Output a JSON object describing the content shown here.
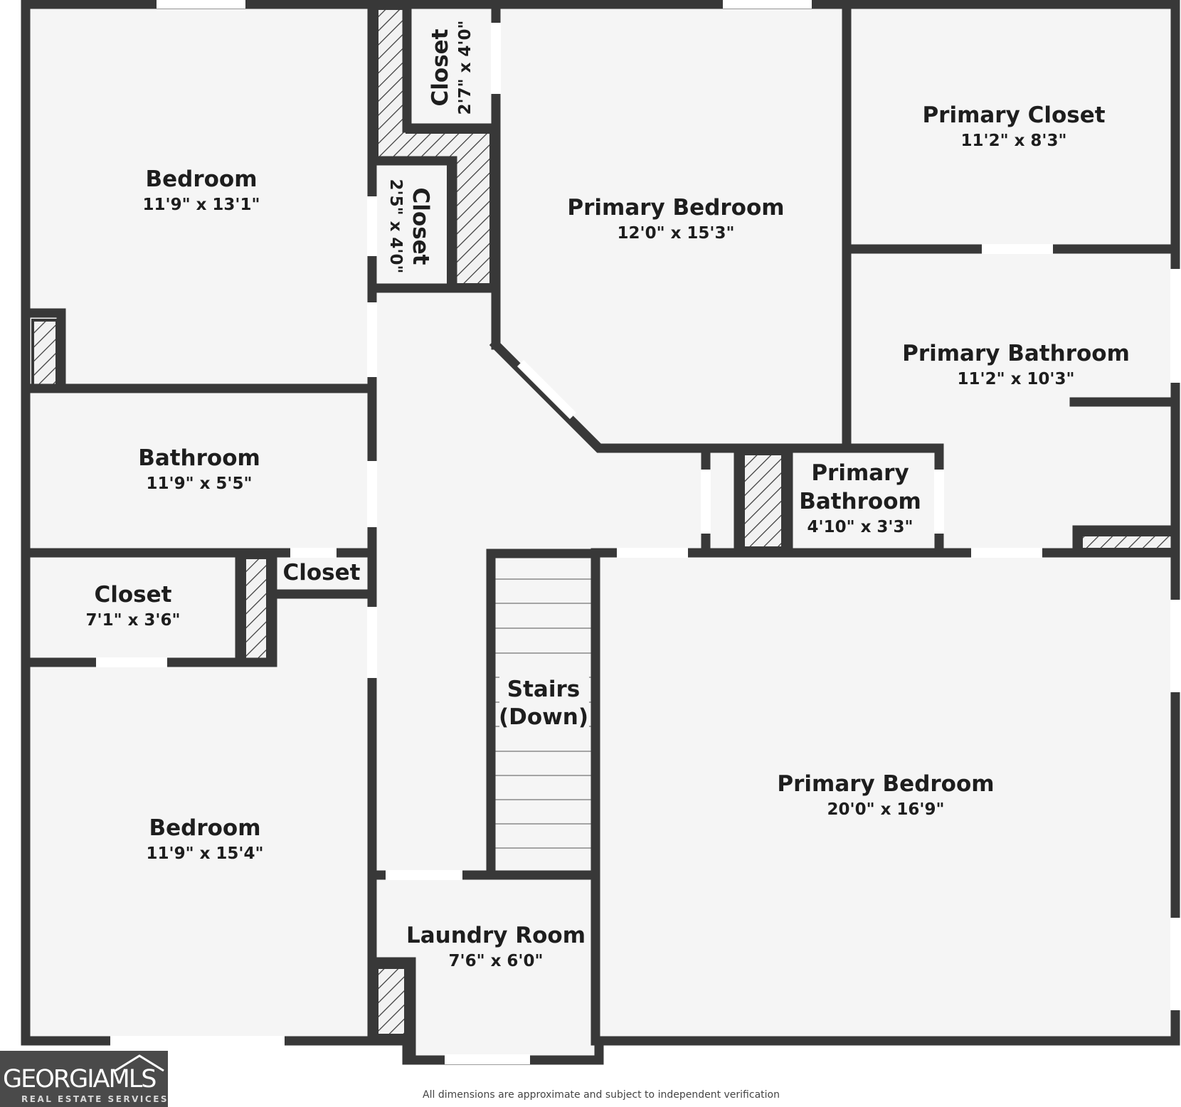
{
  "rooms": [
    {
      "id": "bedroom-1",
      "name": "Bedroom",
      "dimensions": "11'9\" x 13'1\""
    },
    {
      "id": "closet-top",
      "name": "Closet",
      "dimensions": "2'7\" x 4'0\""
    },
    {
      "id": "closet-middle",
      "name": "Closet",
      "dimensions": "2'5\" x 4'0\""
    },
    {
      "id": "primary-bedroom-upper",
      "name": "Primary Bedroom",
      "dimensions": "12'0\" x 15'3\""
    },
    {
      "id": "primary-closet",
      "name": "Primary Closet",
      "dimensions": "11'2\" x 8'3\""
    },
    {
      "id": "primary-bathroom-large",
      "name": "Primary Bathroom",
      "dimensions": "11'2\" x 10'3\""
    },
    {
      "id": "bathroom",
      "name": "Bathroom",
      "dimensions": "11'9\" x 5'5\""
    },
    {
      "id": "primary-bathroom-small",
      "name_line1": "Primary",
      "name_line2": "Bathroom",
      "dimensions": "4'10\" x 3'3\""
    },
    {
      "id": "closet-left",
      "name": "Closet",
      "dimensions": "7'1\" x 3'6\""
    },
    {
      "id": "closet-small",
      "name": "Closet"
    },
    {
      "id": "stairs",
      "name_line1": "Stairs",
      "name_line2": "(Down)"
    },
    {
      "id": "primary-bedroom-lower",
      "name": "Primary Bedroom",
      "dimensions": "20'0\" x 16'9\""
    },
    {
      "id": "bedroom-2",
      "name": "Bedroom",
      "dimensions": "11'9\" x 15'4\""
    },
    {
      "id": "laundry-room",
      "name": "Laundry Room",
      "dimensions": "7'6\" x 6'0\""
    }
  ],
  "disclaimer": "All dimensions are approximate and subject to independent verification",
  "logo": {
    "main": "GEORGIAMLS",
    "sub": "REAL ESTATE SERVICES"
  },
  "colors": {
    "wall": "#383838",
    "floor": "#f5f5f5",
    "hatch": "#3a3a3a",
    "opening": "#ffffff"
  }
}
